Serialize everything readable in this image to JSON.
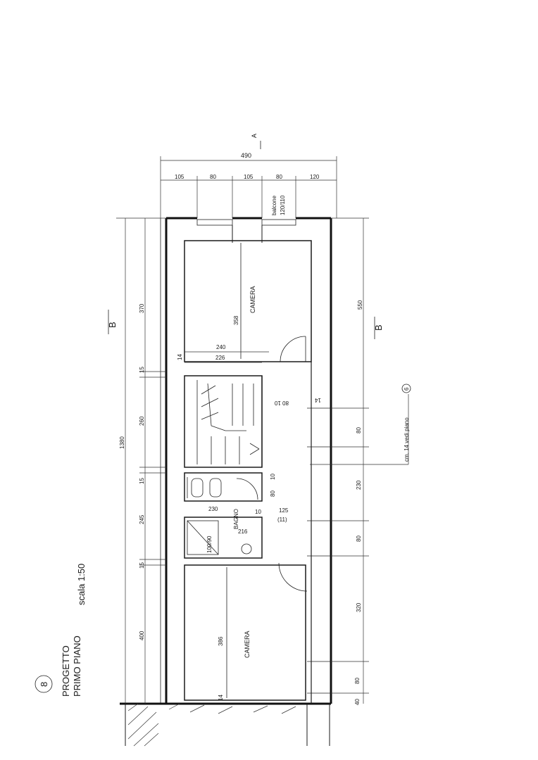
{
  "drawing": {
    "section_marker": "A",
    "section_marker_right": "B",
    "section_marker_left": "B",
    "circle_number": "8",
    "title_line1": "PROGETTO",
    "title_line2": "PRIMO  PIANO",
    "scale": "scala  1:50",
    "rooms": {
      "camera_top": "CAMERA",
      "camera_bottom": "CAMERA",
      "bagno": "BAGNO",
      "balcone": "balcone",
      "balcone_size": "120/110"
    },
    "note": "cm. 14  vedi piano",
    "note_circle": "6",
    "dims": {
      "total_width": "490",
      "top_105a": "105",
      "top_80a": "80",
      "top_105b": "105",
      "top_80b": "80",
      "top_120": "120",
      "left_total": "1380",
      "left_370": "370",
      "left_15a": "15",
      "left_260": "260",
      "left_15b": "15",
      "left_245": "245",
      "left_15c": "15",
      "left_400": "400",
      "right_550": "550",
      "right_80a": "80",
      "right_230": "230",
      "right_80b": "80",
      "right_320": "320",
      "right_80c": "80",
      "right_40": "40",
      "room_358": "358",
      "room_240": "240",
      "room_226": "226",
      "room_386": "386",
      "room_230": "230",
      "room_216": "216",
      "room_125": "125",
      "room_80_door": "80",
      "room_10a": "10",
      "room_14a": "14",
      "room_14b": "14",
      "room_10b": "10",
      "room_80b": "80",
      "room_10c": "10",
      "room_111": "(11)",
      "shower": "100/90",
      "door_80_10": "80  10"
    }
  }
}
